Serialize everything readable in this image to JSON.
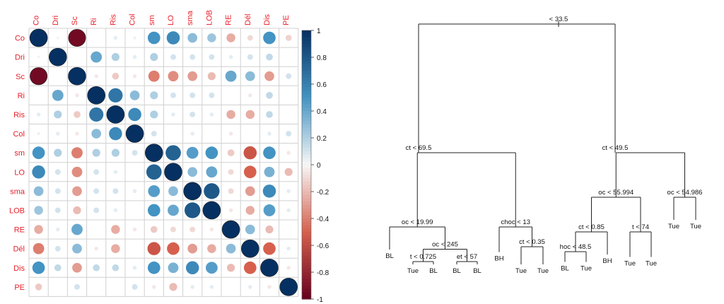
{
  "chart_data": [
    {
      "type": "heatmap",
      "title": "",
      "variables": [
        "Co",
        "Dri",
        "Sc",
        "Ri",
        "Ris",
        "Col",
        "sm",
        "LO",
        "sma",
        "LOB",
        "RE",
        "Dél",
        "Dis",
        "PE"
      ],
      "matrix": [
        [
          1.0,
          0.02,
          -0.95,
          0.0,
          0.05,
          0.03,
          0.5,
          0.55,
          0.3,
          0.25,
          -0.25,
          -0.1,
          0.5,
          -0.12
        ],
        [
          0.02,
          1.0,
          0.0,
          0.4,
          0.2,
          0.05,
          0.2,
          0.1,
          0.1,
          0.1,
          0.05,
          0.1,
          0.15,
          0.0
        ],
        [
          -0.95,
          0.0,
          1.0,
          -0.05,
          -0.15,
          -0.05,
          -0.4,
          -0.35,
          -0.3,
          -0.2,
          0.4,
          0.3,
          -0.3,
          0.1
        ],
        [
          0.0,
          0.4,
          -0.05,
          1.0,
          0.65,
          0.3,
          0.2,
          0.1,
          0.1,
          0.1,
          0.0,
          -0.05,
          0.15,
          0.0
        ],
        [
          0.05,
          0.2,
          -0.15,
          0.65,
          1.0,
          0.55,
          0.2,
          0.05,
          0.1,
          0.05,
          -0.25,
          -0.25,
          0.15,
          0.0
        ],
        [
          0.03,
          0.05,
          -0.05,
          0.3,
          0.55,
          1.0,
          0.1,
          0.0,
          0.05,
          0.0,
          -0.05,
          0.0,
          0.05,
          0.1
        ],
        [
          0.5,
          0.2,
          -0.4,
          0.2,
          0.2,
          0.1,
          1.0,
          0.75,
          0.45,
          0.5,
          -0.15,
          -0.55,
          0.5,
          -0.05
        ],
        [
          0.55,
          0.1,
          -0.35,
          0.1,
          0.05,
          0.0,
          0.75,
          1.0,
          0.3,
          0.4,
          -0.1,
          -0.5,
          0.35,
          -0.2
        ],
        [
          0.3,
          0.1,
          -0.3,
          0.1,
          0.1,
          0.05,
          0.45,
          0.3,
          1.0,
          0.8,
          -0.1,
          -0.3,
          0.55,
          0.05
        ],
        [
          0.25,
          0.1,
          -0.2,
          0.1,
          0.05,
          0.0,
          0.5,
          0.4,
          0.8,
          1.0,
          -0.05,
          -0.25,
          0.45,
          0.05
        ],
        [
          -0.25,
          0.05,
          0.4,
          0.0,
          -0.25,
          -0.05,
          -0.15,
          -0.1,
          -0.1,
          -0.05,
          1.0,
          0.3,
          -0.2,
          0.0
        ],
        [
          -0.4,
          0.1,
          0.3,
          -0.05,
          -0.25,
          0.0,
          -0.55,
          -0.5,
          -0.3,
          -0.25,
          0.3,
          1.0,
          -0.5,
          0.05
        ],
        [
          0.5,
          0.15,
          -0.3,
          0.15,
          0.15,
          0.05,
          0.5,
          0.35,
          0.55,
          0.45,
          -0.2,
          -0.5,
          1.0,
          -0.05
        ],
        [
          -0.15,
          0.0,
          0.1,
          0.0,
          0.0,
          0.1,
          -0.05,
          -0.2,
          0.05,
          0.05,
          0.0,
          0.05,
          -0.05,
          1.0
        ]
      ],
      "colorbar": {
        "min": -1,
        "max": 1,
        "ticks": [
          "1",
          "0.8",
          "0.6",
          "0.4",
          "0.2",
          "0",
          "-0.2",
          "-0.4",
          "-0.6",
          "-0.8",
          "-1"
        ]
      },
      "colors": {
        "negative": "#67001f",
        "mid_negative": "#d6604d",
        "neutral": "#f7f7f7",
        "mid_positive": "#4393c3",
        "positive": "#053061",
        "label": "#e8202a",
        "grid": "#d0d0d0"
      },
      "grid": true
    },
    {
      "type": "decision_tree",
      "title": "",
      "nodes": [
        {
          "id": "root",
          "label": "< 33.5",
          "depth": 0.0
        },
        {
          "id": "L",
          "parent": "root",
          "label": "ct < 69.5",
          "depth": 0.52
        },
        {
          "id": "R",
          "parent": "root",
          "label": "ct < 49.5",
          "depth": 0.52
        },
        {
          "id": "LL",
          "parent": "L",
          "label": "oc < 19.99",
          "depth": 0.82
        },
        {
          "id": "LR",
          "parent": "L",
          "label": "choc < 13",
          "depth": 0.82
        },
        {
          "id": "LLa",
          "parent": "LL",
          "label": "BL",
          "leaf": true,
          "depth": 0.94
        },
        {
          "id": "LLb",
          "parent": "LL",
          "label": "oc < 245",
          "depth": 0.91
        },
        {
          "id": "LLb1",
          "parent": "LLb",
          "label": "t < 0.725",
          "depth": 0.96
        },
        {
          "id": "LLb2",
          "parent": "LLb",
          "label": "et < 57",
          "depth": 0.96
        },
        {
          "id": "LLb1a",
          "parent": "LLb1",
          "label": "Tue",
          "leaf": true,
          "depth": 1.0
        },
        {
          "id": "LLb1b",
          "parent": "LLb1",
          "label": "BL",
          "leaf": true,
          "depth": 1.0
        },
        {
          "id": "LLb2a",
          "parent": "LLb2",
          "label": "BL",
          "leaf": true,
          "depth": 1.0
        },
        {
          "id": "LLb2b",
          "parent": "LLb2",
          "label": "BL",
          "leaf": true,
          "depth": 1.0
        },
        {
          "id": "LRa",
          "parent": "LR",
          "label": "BH",
          "leaf": true,
          "depth": 0.95
        },
        {
          "id": "LRb",
          "parent": "LR",
          "label": "ct < 0.35",
          "depth": 0.9
        },
        {
          "id": "LRb1",
          "parent": "LRb",
          "label": "Tue",
          "leaf": true,
          "depth": 1.0
        },
        {
          "id": "LRb2",
          "parent": "LRb",
          "label": "Tue",
          "leaf": true,
          "depth": 1.0
        },
        {
          "id": "RL",
          "parent": "R",
          "label": "oc < 55.994",
          "depth": 0.7
        },
        {
          "id": "RR",
          "parent": "R",
          "label": "oc < 54.986",
          "depth": 0.7
        },
        {
          "id": "RL1",
          "parent": "RL",
          "label": "ct < 0.85",
          "depth": 0.84
        },
        {
          "id": "RL2",
          "parent": "RL",
          "label": "t < 74",
          "depth": 0.84
        },
        {
          "id": "RL1a",
          "parent": "RL1",
          "label": "hoc < 48.5",
          "depth": 0.92
        },
        {
          "id": "RL1b",
          "parent": "RL1",
          "label": "BH",
          "leaf": true,
          "depth": 0.96
        },
        {
          "id": "RL1a1",
          "parent": "RL1a",
          "label": "BL",
          "leaf": true,
          "depth": 0.99
        },
        {
          "id": "RL1a2",
          "parent": "RL1a",
          "label": "Tue",
          "leaf": true,
          "depth": 0.99
        },
        {
          "id": "RL2a",
          "parent": "RL2",
          "label": "Tue",
          "leaf": true,
          "depth": 0.97
        },
        {
          "id": "RL2b",
          "parent": "RL2",
          "label": "Tue",
          "leaf": true,
          "depth": 0.97
        },
        {
          "id": "RRa",
          "parent": "RR",
          "label": "Tue",
          "leaf": true,
          "depth": 0.82
        },
        {
          "id": "RRb",
          "parent": "RR",
          "label": "Tue",
          "leaf": true,
          "depth": 0.82
        }
      ]
    }
  ]
}
